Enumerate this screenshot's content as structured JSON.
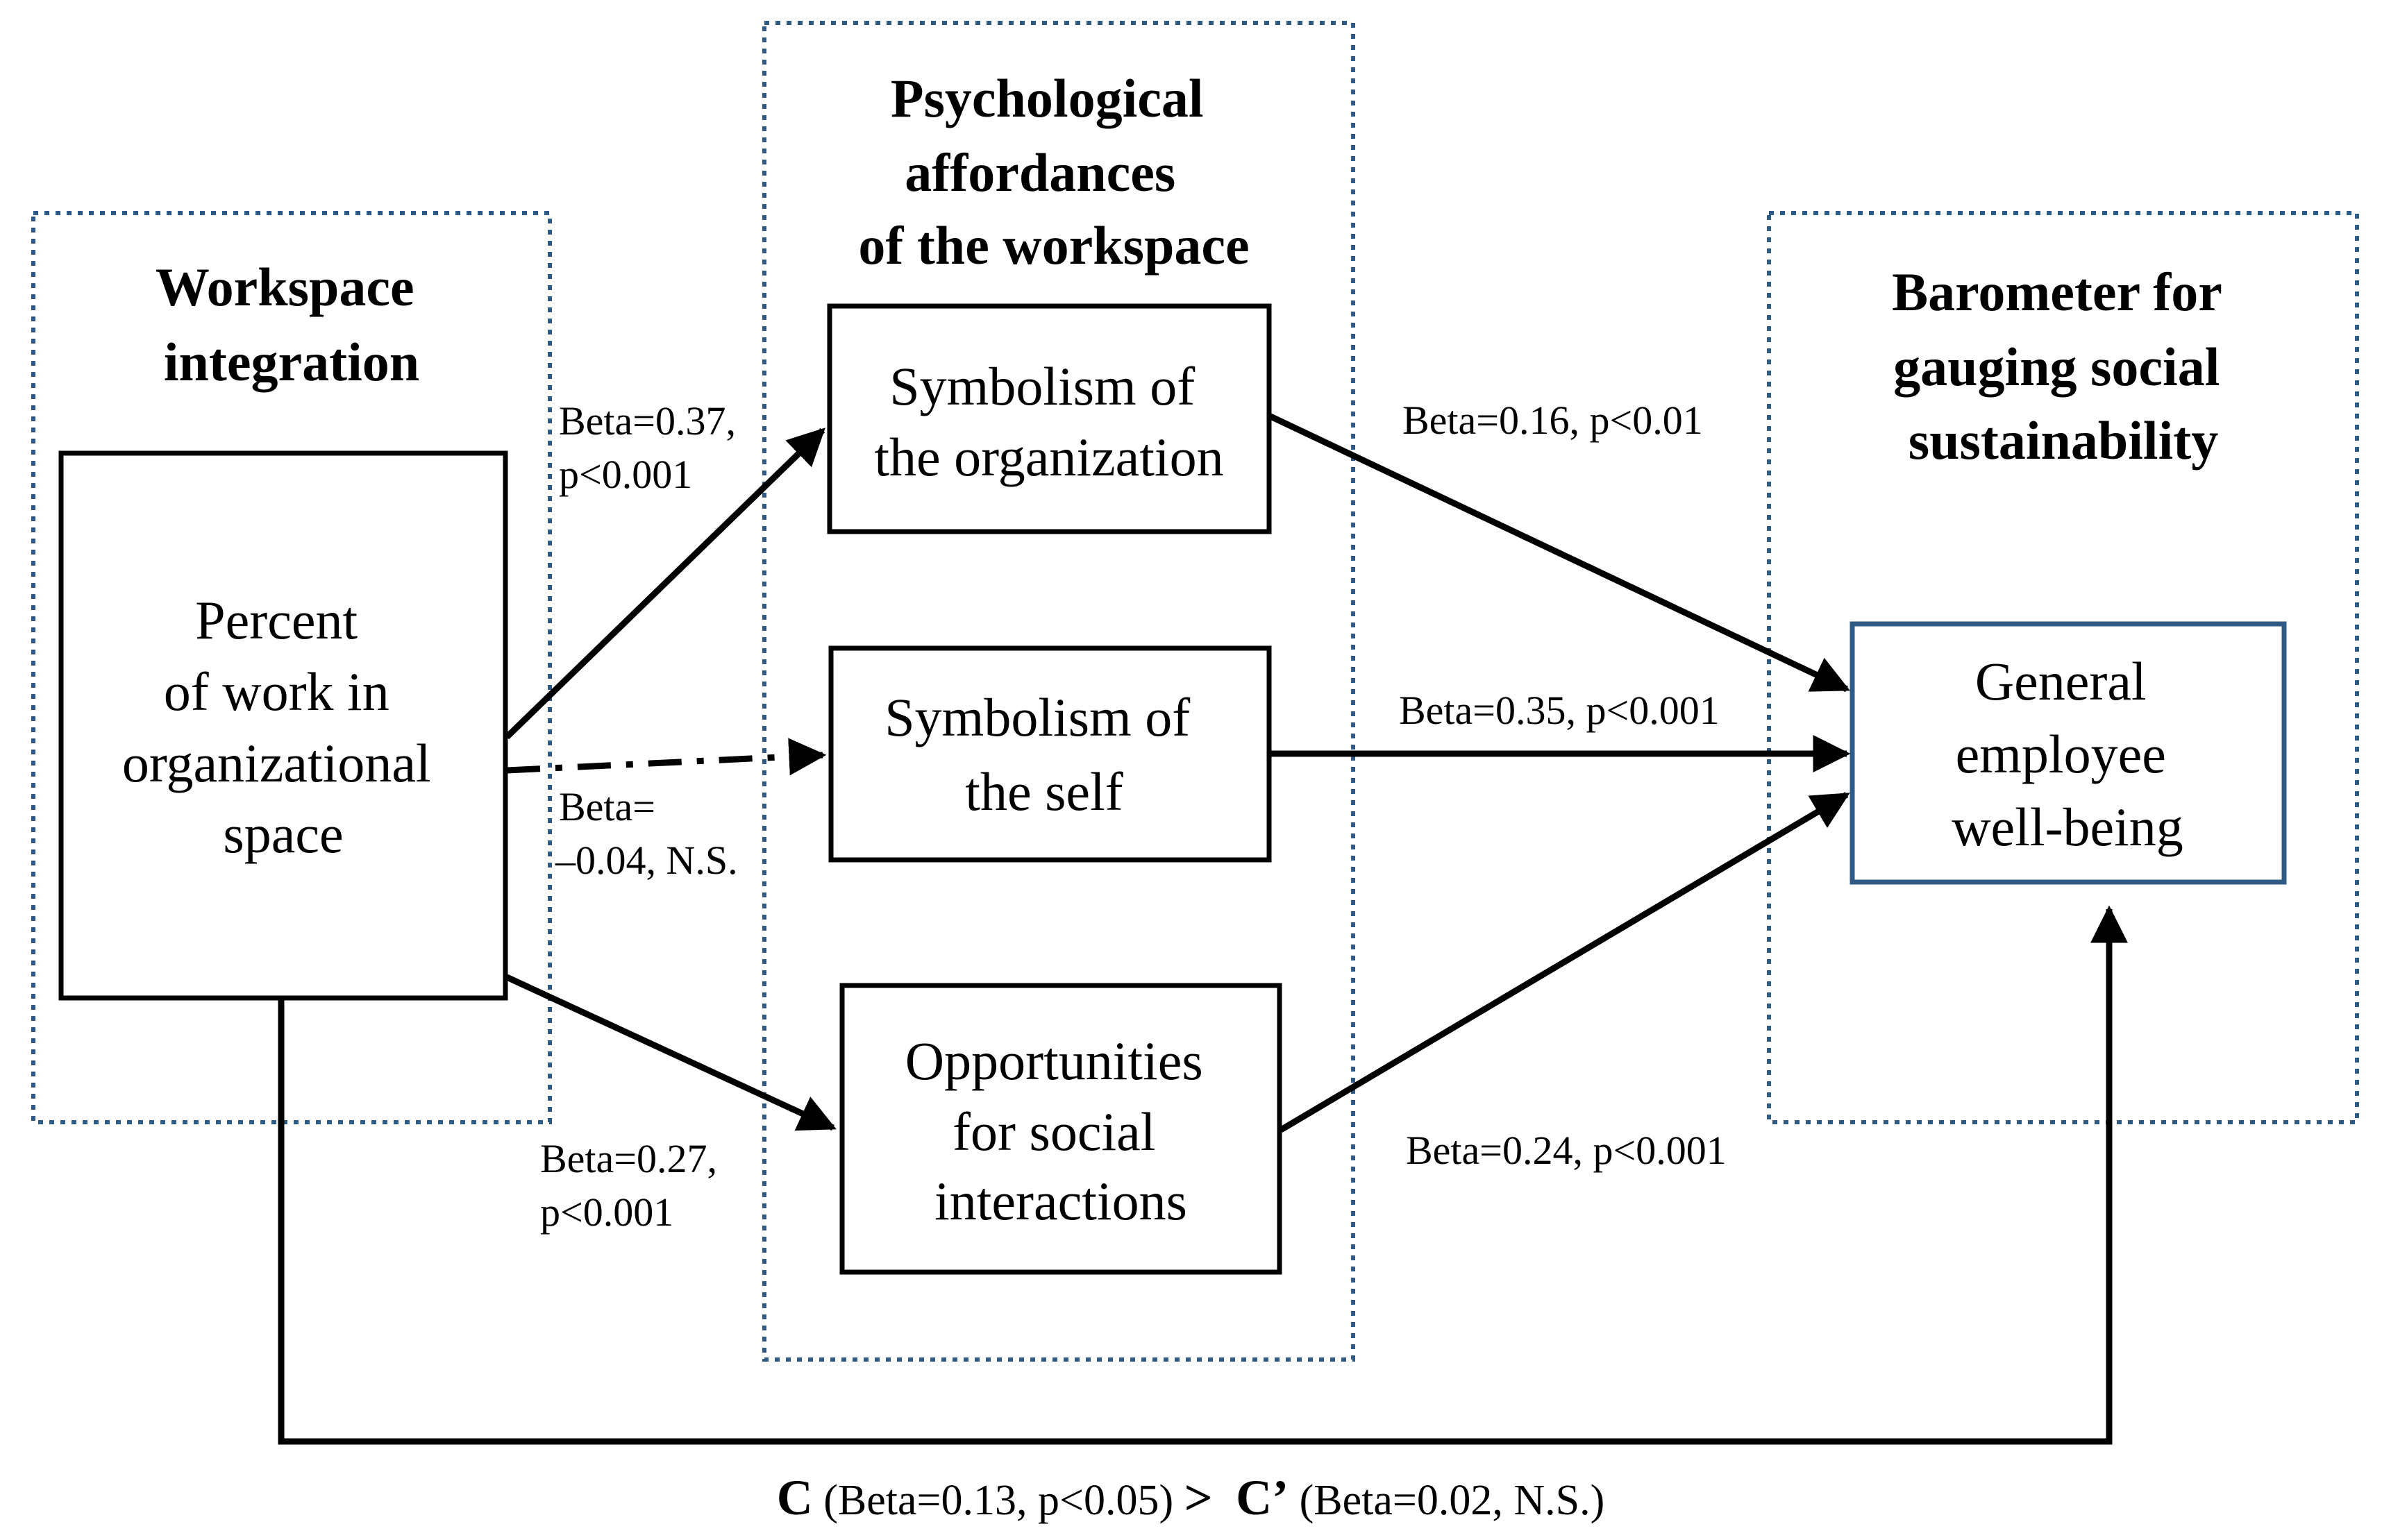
{
  "groups": {
    "workspace_integration": {
      "title_lines": [
        "Workspace",
        "integration"
      ]
    },
    "psychological_affordances": {
      "title_lines": [
        "Psychological",
        "affordances",
        "of the workspace"
      ]
    },
    "barometer": {
      "title_lines": [
        "Barometer for",
        "gauging social",
        "sustainability"
      ]
    }
  },
  "nodes": {
    "percent_work": {
      "lines": [
        "Percent",
        "of work in",
        "organizational",
        "space"
      ]
    },
    "symbolism_org": {
      "lines": [
        "Symbolism of",
        "the organization"
      ]
    },
    "symbolism_self": {
      "lines": [
        "Symbolism of",
        "the self"
      ]
    },
    "social_interactions": {
      "lines": [
        "Opportunities",
        "for social",
        "interactions"
      ]
    },
    "wellbeing": {
      "lines": [
        "General",
        "employee",
        "well-being"
      ]
    }
  },
  "edges": {
    "to_org": {
      "lines": [
        "Beta=0.37,",
        "p<0.001"
      ]
    },
    "to_self": {
      "lines": [
        "Beta=",
        "–0.04, N.S."
      ]
    },
    "to_social": {
      "lines": [
        "Beta=0.27,",
        "p<0.001"
      ]
    },
    "org_to_wellbeing": {
      "lines": [
        "Beta=0.16, p<0.01"
      ]
    },
    "self_to_wellbeing": {
      "lines": [
        "Beta=0.35, p<0.001"
      ]
    },
    "social_to_wellbeing": {
      "lines": [
        "Beta=0.24, p<0.001"
      ]
    }
  },
  "caption": {
    "c_label": "C",
    "c_value": " (Beta=0.13, p<0.05) ",
    "comparator": ">",
    "c_prime_label": "C’",
    "c_prime_value": " (Beta=0.02, N.S.)"
  }
}
